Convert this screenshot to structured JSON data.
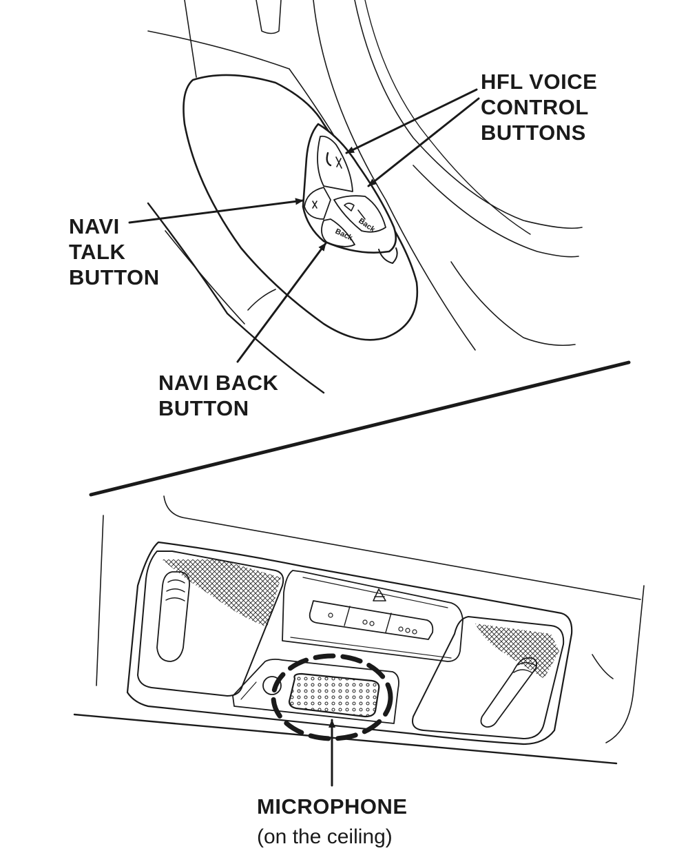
{
  "labels": {
    "hfl": {
      "line1": "HFL VOICE",
      "line2": "CONTROL",
      "line3": "BUTTONS"
    },
    "navi_talk": {
      "line1": "NAVI",
      "line2": "TALK",
      "line3": "BUTTON"
    },
    "navi_back": {
      "line1": "NAVI BACK",
      "line2": "BUTTON"
    },
    "microphone": {
      "title": "MICROPHONE",
      "note": "(on the ceiling)"
    }
  },
  "button_text": {
    "back": "Back"
  },
  "colors": {
    "ink": "#1a1a1a",
    "paper": "#ffffff"
  }
}
